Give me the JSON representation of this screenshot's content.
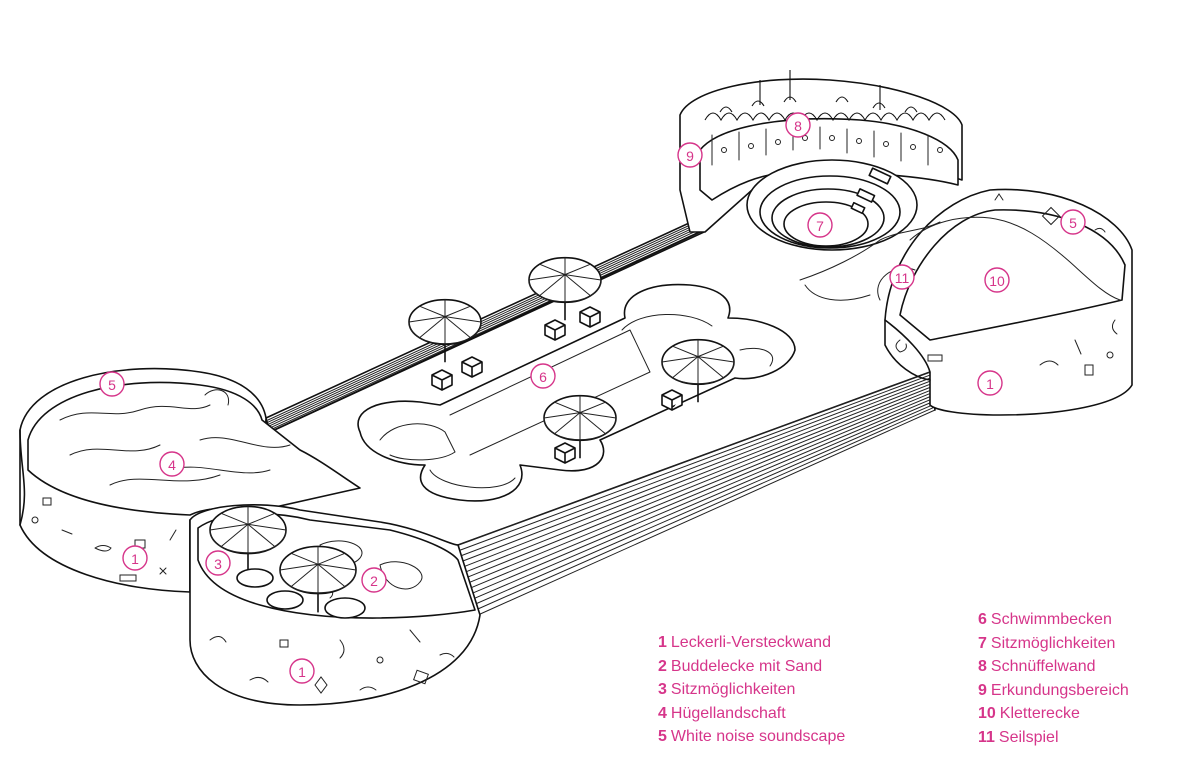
{
  "legend": {
    "left": [
      {
        "num": "1",
        "label": "Leckerli-Versteckwand"
      },
      {
        "num": "2",
        "label": "Buddelecke mit Sand"
      },
      {
        "num": "3",
        "label": "Sitzmöglichkeiten"
      },
      {
        "num": "4",
        "label": "Hügellandschaft"
      },
      {
        "num": "5",
        "label": "White noise soundscape"
      }
    ],
    "right": [
      {
        "num": "6",
        "label": "Schwimmbecken"
      },
      {
        "num": "7",
        "label": "Sitzmöglichkeiten"
      },
      {
        "num": "8",
        "label": "Schnüffelwand"
      },
      {
        "num": "9",
        "label": "Erkundungsbereich"
      },
      {
        "num": "10",
        "label": "Kletterecke"
      },
      {
        "num": "11",
        "label": "Seilspiel"
      }
    ]
  },
  "markers": [
    "5",
    "4",
    "1",
    "3",
    "2",
    "1",
    "6",
    "9",
    "8",
    "7",
    "5",
    "11",
    "10",
    "1"
  ],
  "colors": {
    "accent": "#d6358a",
    "line": "#111111"
  }
}
